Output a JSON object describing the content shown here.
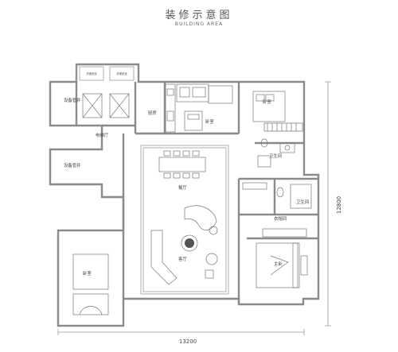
{
  "header": {
    "title": "装修示意图",
    "subtitle": "BUILDING AREA"
  },
  "rooms": {
    "kitchen": "厨房",
    "bedroom_top_center": "卧室",
    "bedroom_top_right": "卧室",
    "bathroom_upper": "卫生间",
    "bathroom_lower": "卫生间",
    "elevator_hall": "电梯厅",
    "shaft_upper": "设备管井",
    "shaft_lower": "设备管井",
    "dining": "餐厅",
    "living": "客厅",
    "cloakroom": "衣帽间",
    "master_bedroom": "主卧",
    "bedroom_bottom_left": "卧室"
  },
  "labels": {
    "elevator_1": "货梯前室",
    "elevator_2": "货梯前室"
  },
  "dimensions": {
    "width": "13200",
    "height": "12800"
  }
}
